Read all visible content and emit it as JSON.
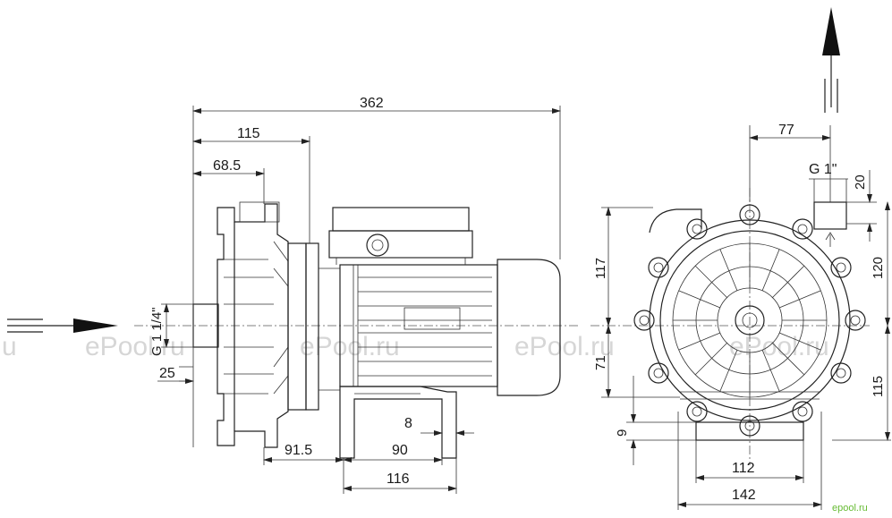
{
  "side_view": {
    "dimensions": {
      "overall_length": "362",
      "length_115": "115",
      "length_68_5": "68.5",
      "inlet_thread": "G 1 1/4\"",
      "inlet_offset": "25",
      "base_91_5": "91.5",
      "base_90": "90",
      "base_116": "116",
      "slot_8": "8"
    }
  },
  "front_view": {
    "dimensions": {
      "outlet_offset": "77",
      "outlet_thread": "G 1\"",
      "outlet_20": "20",
      "height_117": "117",
      "height_120": "120",
      "height_71": "71",
      "height_115": "115",
      "foot_9": "9",
      "width_112": "112",
      "width_142": "142"
    }
  },
  "watermarks": {
    "text": "ePool.ru",
    "fragment": "u",
    "logo": "epool.ru"
  }
}
